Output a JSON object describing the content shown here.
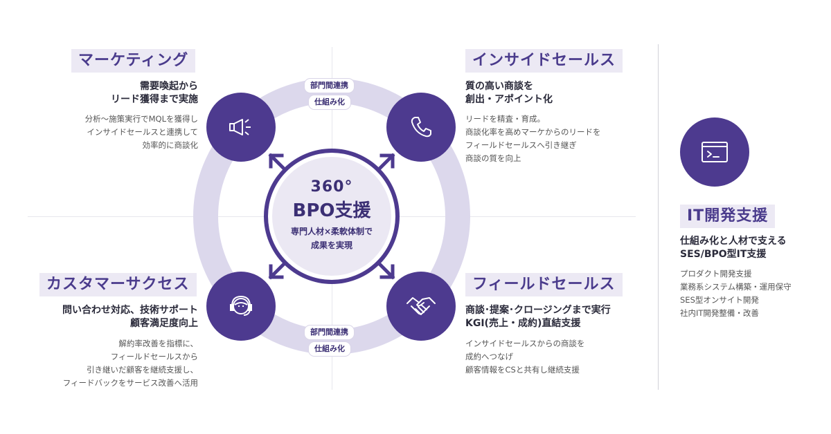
{
  "center": {
    "degree": "360°",
    "title": "BPO支援",
    "sub1": "専門人材×柔軟体制で",
    "sub2": "成果を実現"
  },
  "tags": {
    "top_line1": "部門間連携",
    "top_line2": "仕組み化",
    "bottom_line1": "部門間連携",
    "bottom_line2": "仕組み化"
  },
  "marketing": {
    "title": "マーケティング",
    "head1": "需要喚起から",
    "head2": "リード獲得まで実施",
    "body": [
      "分析〜施策実行でMQLを獲得し",
      "インサイドセールスと連携して",
      "効率的に商談化"
    ],
    "icon": "megaphone-icon"
  },
  "inside_sales": {
    "title": "インサイドセールス",
    "head1": "質の高い商談を",
    "head2": "創出・アポイント化",
    "body": [
      "リードを精査・育成。",
      "商談化率を高めマーケからのリードを",
      "フィールドセールスへ引き継ぎ",
      "商談の質を向上"
    ],
    "icon": "phone-icon"
  },
  "customer_success": {
    "title": "カスタマーサクセス",
    "head1": "問い合わせ対応、技術サポート",
    "head2": "顧客満足度向上",
    "body": [
      "解約率改善を指標に、",
      "フィールドセールスから",
      "引き継いだ顧客を継続支援し、",
      "フィードバックをサービス改善へ活用"
    ],
    "icon": "headset-icon"
  },
  "field_sales": {
    "title": "フィールドセールス",
    "head1": "商談･提案･クロージングまで実行",
    "head2": "KGI(売上・成約)直結支援",
    "body": [
      "インサイドセールスからの商談を",
      "成約へつなげ",
      "顧客情報をCSと共有し継続支援"
    ],
    "icon": "handshake-icon"
  },
  "it": {
    "title": "IT開発支援",
    "head1": "仕組み化と人材で支える",
    "head2": "SES/BPO型IT支援",
    "body": [
      "プロダクト開発支援",
      "業務系システム構築・運用保守",
      "SES型オンサイト開発",
      "社内IT開発整備・改善"
    ],
    "icon": "terminal-icon"
  },
  "colors": {
    "primary": "#4d3a8f",
    "ring": "#dcd8ec",
    "title_bg": "#ece9f4",
    "title_text": "#4a3b8c"
  }
}
